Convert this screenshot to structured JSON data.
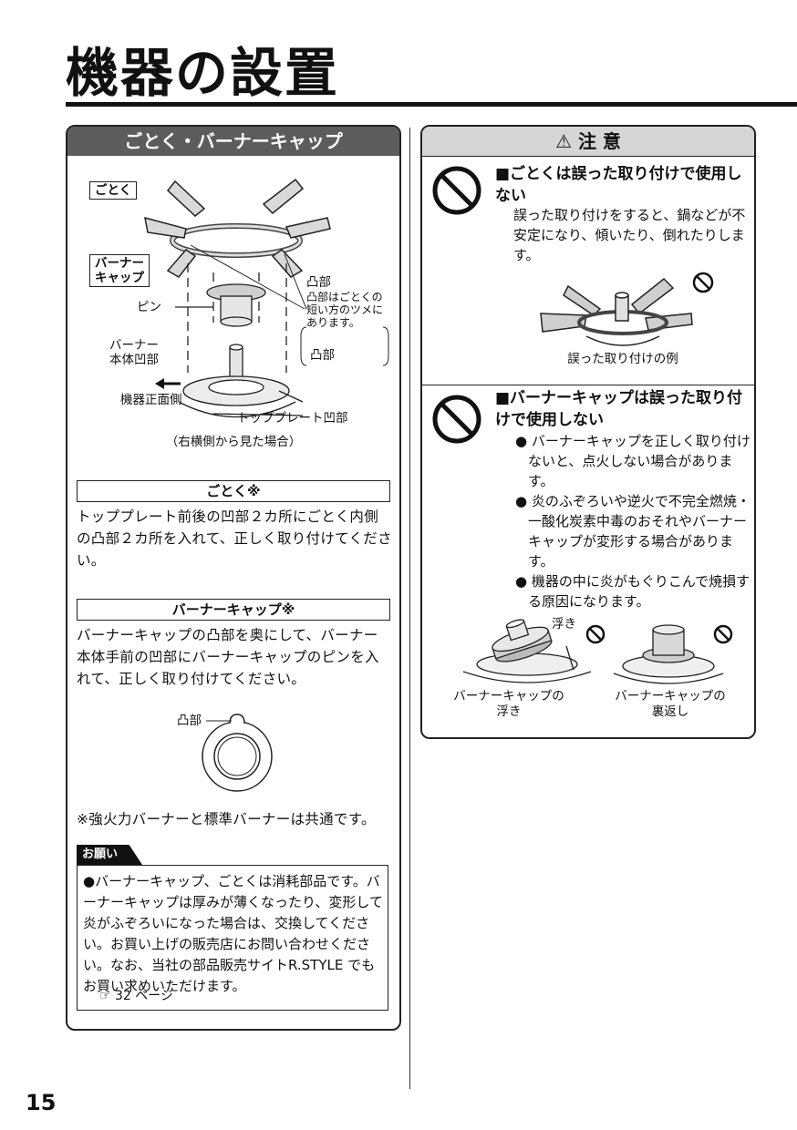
{
  "page": {
    "title": "機器の設置",
    "page_number": "15"
  },
  "left": {
    "header": "ごとく・バーナーキャップ",
    "diagram": {
      "label_gotoku": "ごとく",
      "label_burner_cap": "バーナー\nキャップ",
      "label_pin": "ピン",
      "label_convex_top": "凸部",
      "note_convex": "凸部はごとくの\n短い方のツメに\nあります。",
      "label_convex_mid": "凸部",
      "label_burner_body_concave": "バーナー\n本体凹部",
      "label_front_side": "機器正面側",
      "label_top_plate_concave": "トッププレート凹部",
      "caption": "（右横側から見た場合）"
    },
    "gotoku_heading": "ごとく※",
    "gotoku_text": "トッププレート前後の凹部２カ所にごとく内側の凸部２カ所を入れて、正しく取り付けてください。",
    "cap_heading": "バーナーキャップ※",
    "cap_text": "バーナーキャップの凸部を奥にして、バーナー本体手前の凹部にバーナーキャップのピンを入れて、正しく取り付けてください。",
    "cap_diagram_label": "凸部",
    "note_common": "※強火力バーナーと標準バーナーは共通です。",
    "request_tag": "お願い",
    "request_text": "●バーナーキャップ、ごとくは消耗部品です。バーナーキャップは厚みが薄くなったり、変形して炎がふぞろいになった場合は、交換してください。お買い上げの販売店にお問い合わせください。なお、当社の部品販売サイトR.STYLE でもお買い求めいただけます。",
    "request_ref": "☞ 32 ページ"
  },
  "right": {
    "header": "⚠ 注 意",
    "caution1_title": "■ごとくは誤った取り付けで使用しない",
    "caution1_text": "誤った取り付けをすると、鍋などが不安定になり、傾いたり、倒れたりします。",
    "caution1_caption": "誤った取り付けの例",
    "caution2_title": "■バーナーキャップは誤った取り付けで使用しない",
    "caution2_bullets": [
      "● バーナーキャップを正しく取り付けないと、点火しない場合があります。",
      "● 炎のふぞろいや逆火で不完全燃焼・一酸化炭素中毒のおそれやバーナーキャップが変形する場合があります。",
      "● 機器の中に炎がもぐりこんで焼損する原因になります。"
    ],
    "float_label": "浮き",
    "caption_float": "バーナーキャップの\n浮き",
    "caption_reverse": "バーナーキャップの\n裏返し"
  }
}
